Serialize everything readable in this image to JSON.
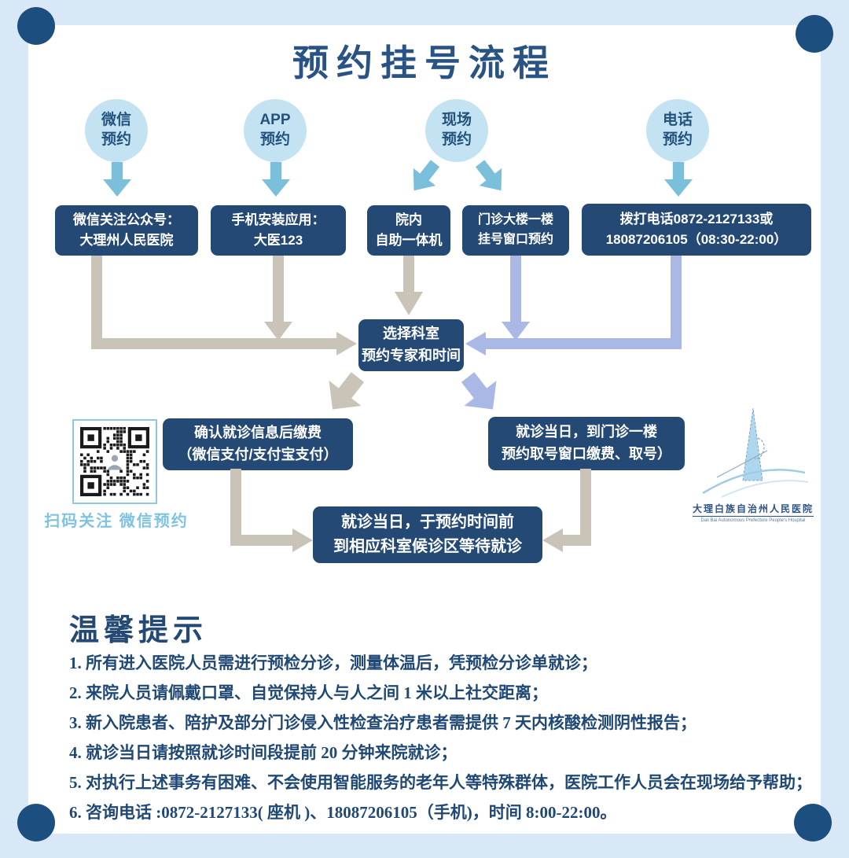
{
  "title": "预约挂号流程",
  "channels": {
    "wechat": {
      "circle": "微信\n预约",
      "box": "微信关注公众号：\n大理州人民医院"
    },
    "app": {
      "circle": "APP\n预约",
      "box": "手机安装应用：\n大医123"
    },
    "onsite": {
      "circle": "现场\n预约",
      "box_kiosk": "院内\n自助一体机",
      "box_window": "门诊大楼一楼\n挂号窗口预约"
    },
    "phone": {
      "circle": "电话\n预约",
      "box": "拨打电话0872-2127133或\n18087206105（08:30-22:00）"
    }
  },
  "steps": {
    "select": "选择科室\n预约专家和时间",
    "pay_online": "确认就诊信息后缴费\n（微信支付/支付宝支付）",
    "pay_onsite": "就诊当日，到门诊一楼\n预约取号窗口缴费、取号）",
    "wait": "就诊当日，于预约时间前\n到相应科室候诊区等待就诊"
  },
  "qr": {
    "caption": "扫码关注  微信预约"
  },
  "logo": {
    "name_cn": "大理白族自治州人民医院",
    "name_en": "Dali Bai Autonomous Prefecture People's Hospital"
  },
  "tips": {
    "heading": "温馨提示",
    "items": [
      "1. 所有进入医院人员需进行预检分诊，测量体温后，凭预检分诊单就诊；",
      "2. 来院人员请佩戴口罩、自觉保持人与人之间 1 米以上社交距离；",
      "3. 新入院患者、陪护及部分门诊侵入性检查治疗患者需提供 7 天内核酸检测阴性报告；",
      "4. 就诊当日请按照就诊时间段提前 20 分钟来院就诊；",
      "5. 对执行上述事务有困难、不会使用智能服务的老年人等特殊群体，医院工作人员会在现场给予帮助；",
      "6. 咨询电话 :0872-2127133( 座机 )、18087206105（手机)，时间 8:00-22:00。"
    ]
  },
  "colors": {
    "navy_box": "#244974",
    "title_navy": "#2a5385",
    "outer_bg": "#d9e8f7",
    "circle_fill": "#c3e3f3",
    "arrow_blue": "#7cbfda",
    "connector_tan": "#c9c3b8",
    "connector_periwinkle": "#aab8e6",
    "qr_blue": "#7fc3e0"
  }
}
